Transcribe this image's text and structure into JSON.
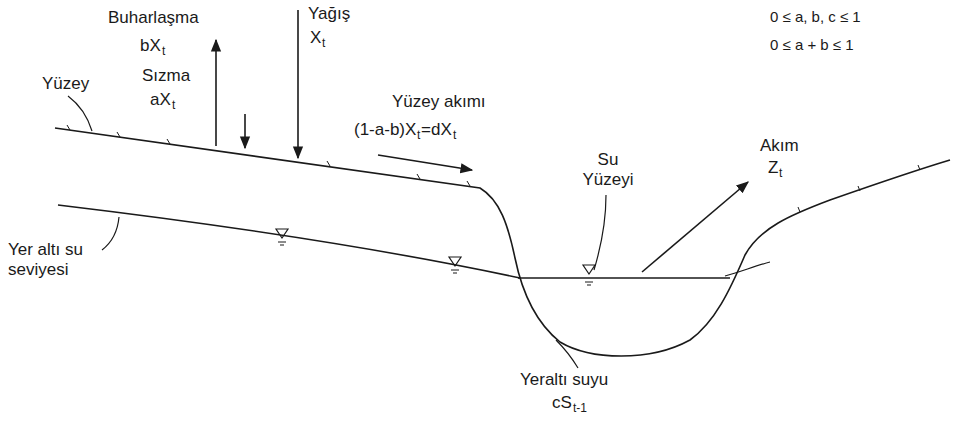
{
  "diagram": {
    "labels": [
      "Buharlaşma",
      "bX",
      "t",
      "Yağış",
      "X",
      "t",
      "0 ≤ a, b, c ≤ 1",
      "0 ≤ a + b ≤ 1",
      "Yüzey",
      "Sızma",
      "aX",
      "t",
      "Yüzey akımı",
      "(1-a-b)X",
      "t",
      "=dX",
      "t",
      "Akım",
      "Z",
      "t",
      "Yer altı su seviyesi",
      "Su Yüzeyi",
      "Yeraltı suyu",
      "cS",
      "t-1"
    ]
  }
}
